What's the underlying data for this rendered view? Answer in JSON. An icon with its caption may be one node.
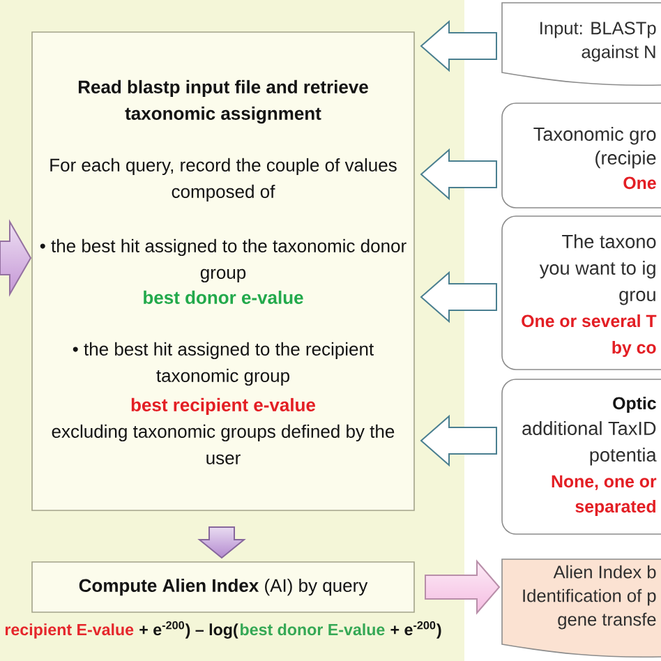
{
  "diagram": {
    "nodes": [
      {
        "text": [
          "Read blastp input file and retrieve taxonomic assignment",
          "For each query, record the couple of values composed of",
          "• the best hit assigned to the taxonomic donor group",
          "best donor e-value",
          "• the best hit assigned to the recipient taxonomic group",
          "best recipient e-value",
          "excluding taxonomic groups defined by the user"
        ]
      },
      {
        "text": [
          "**Compute Alien Index** (AI) by query"
        ],
        "beside": [
          "recipient E-value",
          "+ e$^{-200}$) – log(",
          "best donor E-value",
          "+ e$^{-200}$)"
        ]
      },
      {
        "text": [
          "Input: BLASTp",
          "against N"
        ]
      },
      {
        "text": [
          "Taxonomic gro",
          "(recipie",
          "One"
        ]
      },
      {
        "text": [
          "The taxono",
          "you want to ig",
          "grou",
          "One or several T",
          "by co"
        ]
      },
      {
        "text": [
          "Optic",
          "additional TaxID",
          "potentia",
          "None, one or",
          "separated"
        ]
      },
      {
        "text": [
          "Alien Index b",
          "Identification of p",
          "gene transfe"
        ]
      }
    ],
    "edges": [
      {
        "from": 2,
        "to": 0,
        "arrow": "to"
      },
      {
        "from": 3,
        "to": 0,
        "arrow": "to"
      },
      {
        "from": 4,
        "to": 0,
        "arrow": "to"
      },
      {
        "from": 5,
        "to": 0,
        "arrow": "to"
      },
      {
        "from": 0,
        "to": 1,
        "arrow": "to",
        "color": "#b48ad0"
      },
      {
        "from": 1,
        "to": 6,
        "arrow": "to",
        "color": "#f5bde2"
      },
      {
        "from": null,
        "to": 0,
        "arrow": "to",
        "color": "#c597d6"
      }
    ]
  }
}
